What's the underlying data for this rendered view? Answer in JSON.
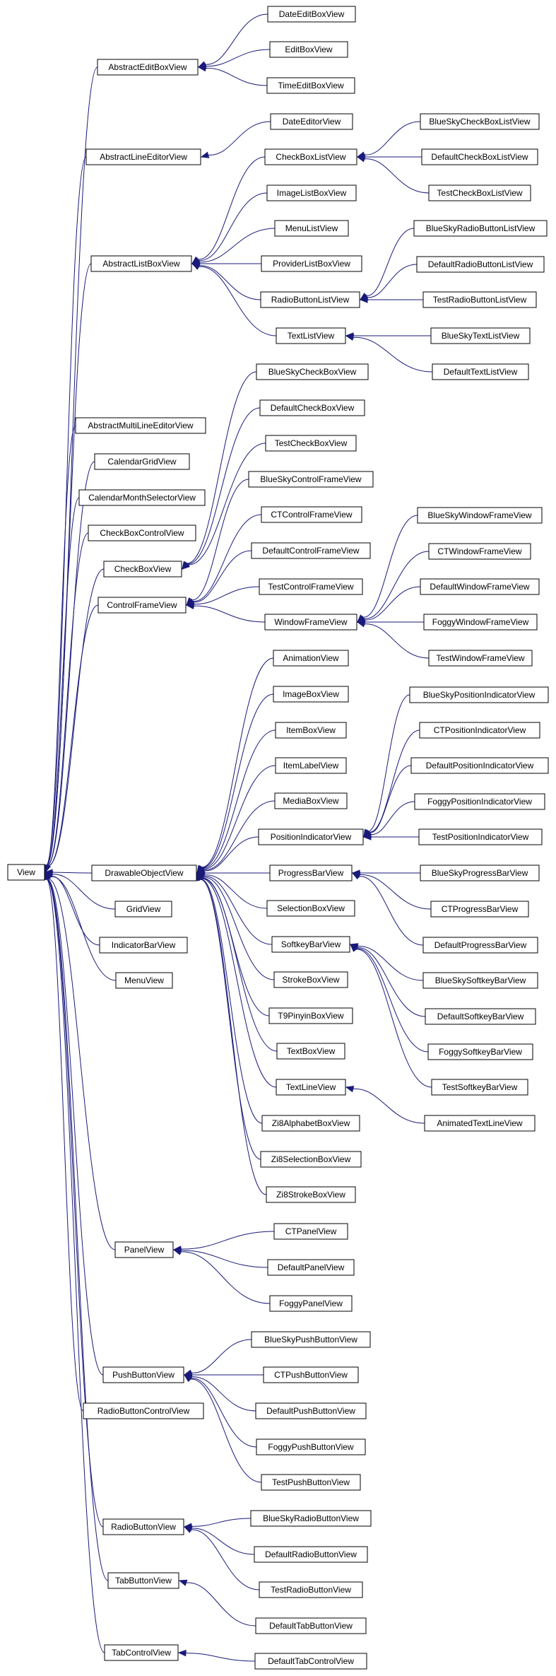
{
  "diagram": {
    "type": "class-inheritance-graph",
    "colors": {
      "edge": "#1a1a7a",
      "node_border": "#000000",
      "node_fill": "#ffffff",
      "text": "#000000"
    },
    "nodes": [
      {
        "id": "View",
        "label": "View"
      },
      {
        "id": "AbstractEditBoxView",
        "label": "AbstractEditBoxView"
      },
      {
        "id": "AbstractLineEditorView",
        "label": "AbstractLineEditorView"
      },
      {
        "id": "AbstractListBoxView",
        "label": "AbstractListBoxView"
      },
      {
        "id": "AbstractMultiLineEditorView",
        "label": "AbstractMultiLineEditorView"
      },
      {
        "id": "CalendarGridView",
        "label": "CalendarGridView"
      },
      {
        "id": "CalendarMonthSelectorView",
        "label": "CalendarMonthSelectorView"
      },
      {
        "id": "CheckBoxControlView",
        "label": "CheckBoxControlView"
      },
      {
        "id": "CheckBoxView",
        "label": "CheckBoxView"
      },
      {
        "id": "ControlFrameView",
        "label": "ControlFrameView"
      },
      {
        "id": "DrawableObjectView",
        "label": "DrawableObjectView"
      },
      {
        "id": "GridView",
        "label": "GridView"
      },
      {
        "id": "IndicatorBarView",
        "label": "IndicatorBarView"
      },
      {
        "id": "MenuView",
        "label": "MenuView"
      },
      {
        "id": "PanelView",
        "label": "PanelView"
      },
      {
        "id": "PushButtonView",
        "label": "PushButtonView"
      },
      {
        "id": "RadioButtonControlView",
        "label": "RadioButtonControlView"
      },
      {
        "id": "RadioButtonView",
        "label": "RadioButtonView"
      },
      {
        "id": "TabButtonView",
        "label": "TabButtonView"
      },
      {
        "id": "TabControlView",
        "label": "TabControlView"
      },
      {
        "id": "DateEditBoxView",
        "label": "DateEditBoxView"
      },
      {
        "id": "EditBoxView",
        "label": "EditBoxView"
      },
      {
        "id": "TimeEditBoxView",
        "label": "TimeEditBoxView"
      },
      {
        "id": "DateEditorView",
        "label": "DateEditorView"
      },
      {
        "id": "CheckBoxListView",
        "label": "CheckBoxListView"
      },
      {
        "id": "ImageListBoxView",
        "label": "ImageListBoxView"
      },
      {
        "id": "MenuListView",
        "label": "MenuListView"
      },
      {
        "id": "ProviderListBoxView",
        "label": "ProviderListBoxView"
      },
      {
        "id": "RadioButtonListView",
        "label": "RadioButtonListView"
      },
      {
        "id": "TextListView",
        "label": "TextListView"
      },
      {
        "id": "BlueSkyCheckBoxListView",
        "label": "BlueSkyCheckBoxListView"
      },
      {
        "id": "DefaultCheckBoxListView",
        "label": "DefaultCheckBoxListView"
      },
      {
        "id": "TestCheckBoxListView",
        "label": "TestCheckBoxListView"
      },
      {
        "id": "BlueSkyRadioButtonListView",
        "label": "BlueSkyRadioButtonListView"
      },
      {
        "id": "DefaultRadioButtonListView",
        "label": "DefaultRadioButtonListView"
      },
      {
        "id": "TestRadioButtonListView",
        "label": "TestRadioButtonListView"
      },
      {
        "id": "BlueSkyTextListView",
        "label": "BlueSkyTextListView"
      },
      {
        "id": "DefaultTextListView",
        "label": "DefaultTextListView"
      },
      {
        "id": "BlueSkyCheckBoxView",
        "label": "BlueSkyCheckBoxView"
      },
      {
        "id": "DefaultCheckBoxView",
        "label": "DefaultCheckBoxView"
      },
      {
        "id": "TestCheckBoxView",
        "label": "TestCheckBoxView"
      },
      {
        "id": "BlueSkyControlFrameView",
        "label": "BlueSkyControlFrameView"
      },
      {
        "id": "CTControlFrameView",
        "label": "CTControlFrameView"
      },
      {
        "id": "DefaultControlFrameView",
        "label": "DefaultControlFrameView"
      },
      {
        "id": "TestControlFrameView",
        "label": "TestControlFrameView"
      },
      {
        "id": "WindowFrameView",
        "label": "WindowFrameView"
      },
      {
        "id": "BlueSkyWindowFrameView",
        "label": "BlueSkyWindowFrameView"
      },
      {
        "id": "CTWindowFrameView",
        "label": "CTWindowFrameView"
      },
      {
        "id": "DefaultWindowFrameView",
        "label": "DefaultWindowFrameView"
      },
      {
        "id": "FoggyWindowFrameView",
        "label": "FoggyWindowFrameView"
      },
      {
        "id": "TestWindowFrameView",
        "label": "TestWindowFrameView"
      },
      {
        "id": "AnimationView",
        "label": "AnimationView"
      },
      {
        "id": "ImageBoxView",
        "label": "ImageBoxView"
      },
      {
        "id": "ItemBoxView",
        "label": "ItemBoxView"
      },
      {
        "id": "ItemLabelView",
        "label": "ItemLabelView"
      },
      {
        "id": "MediaBoxView",
        "label": "MediaBoxView"
      },
      {
        "id": "PositionIndicatorView",
        "label": "PositionIndicatorView"
      },
      {
        "id": "ProgressBarView",
        "label": "ProgressBarView"
      },
      {
        "id": "SelectionBoxView",
        "label": "SelectionBoxView"
      },
      {
        "id": "SoftkeyBarView",
        "label": "SoftkeyBarView"
      },
      {
        "id": "StrokeBoxView",
        "label": "StrokeBoxView"
      },
      {
        "id": "T9PinyinBoxView",
        "label": "T9PinyinBoxView"
      },
      {
        "id": "TextBoxView",
        "label": "TextBoxView"
      },
      {
        "id": "TextLineView",
        "label": "TextLineView"
      },
      {
        "id": "Zi8AlphabetBoxView",
        "label": "Zi8AlphabetBoxView"
      },
      {
        "id": "Zi8SelectionBoxView",
        "label": "Zi8SelectionBoxView"
      },
      {
        "id": "Zi8StrokeBoxView",
        "label": "Zi8StrokeBoxView"
      },
      {
        "id": "BlueSkyPositionIndicatorView",
        "label": "BlueSkyPositionIndicatorView"
      },
      {
        "id": "CTPositionIndicatorView",
        "label": "CTPositionIndicatorView"
      },
      {
        "id": "DefaultPositionIndicatorView",
        "label": "DefaultPositionIndicatorView"
      },
      {
        "id": "FoggyPositionIndicatorView",
        "label": "FoggyPositionIndicatorView"
      },
      {
        "id": "TestPositionIndicatorView",
        "label": "TestPositionIndicatorView"
      },
      {
        "id": "BlueSkyProgressBarView",
        "label": "BlueSkyProgressBarView"
      },
      {
        "id": "CTProgressBarView",
        "label": "CTProgressBarView"
      },
      {
        "id": "DefaultProgressBarView",
        "label": "DefaultProgressBarView"
      },
      {
        "id": "BlueSkySoftkeyBarView",
        "label": "BlueSkySoftkeyBarView"
      },
      {
        "id": "DefaultSoftkeyBarView",
        "label": "DefaultSoftkeyBarView"
      },
      {
        "id": "FoggySoftkeyBarView",
        "label": "FoggySoftkeyBarView"
      },
      {
        "id": "TestSoftkeyBarView",
        "label": "TestSoftkeyBarView"
      },
      {
        "id": "AnimatedTextLineView",
        "label": "AnimatedTextLineView"
      },
      {
        "id": "CTPanelView",
        "label": "CTPanelView"
      },
      {
        "id": "DefaultPanelView",
        "label": "DefaultPanelView"
      },
      {
        "id": "FoggyPanelView",
        "label": "FoggyPanelView"
      },
      {
        "id": "BlueSkyPushButtonView",
        "label": "BlueSkyPushButtonView"
      },
      {
        "id": "CTPushButtonView",
        "label": "CTPushButtonView"
      },
      {
        "id": "DefaultPushButtonView",
        "label": "DefaultPushButtonView"
      },
      {
        "id": "FoggyPushButtonView",
        "label": "FoggyPushButtonView"
      },
      {
        "id": "TestPushButtonView",
        "label": "TestPushButtonView"
      },
      {
        "id": "BlueSkyRadioButtonView",
        "label": "BlueSkyRadioButtonView"
      },
      {
        "id": "DefaultRadioButtonView",
        "label": "DefaultRadioButtonView"
      },
      {
        "id": "TestRadioButtonView",
        "label": "TestRadioButtonView"
      },
      {
        "id": "DefaultTabButtonView",
        "label": "DefaultTabButtonView"
      },
      {
        "id": "DefaultTabControlView",
        "label": "DefaultTabControlView"
      }
    ],
    "edges": [
      [
        "AbstractEditBoxView",
        "View"
      ],
      [
        "AbstractLineEditorView",
        "View"
      ],
      [
        "AbstractListBoxView",
        "View"
      ],
      [
        "AbstractMultiLineEditorView",
        "View"
      ],
      [
        "CalendarGridView",
        "View"
      ],
      [
        "CalendarMonthSelectorView",
        "View"
      ],
      [
        "CheckBoxControlView",
        "View"
      ],
      [
        "CheckBoxView",
        "View"
      ],
      [
        "ControlFrameView",
        "View"
      ],
      [
        "DrawableObjectView",
        "View"
      ],
      [
        "GridView",
        "View"
      ],
      [
        "IndicatorBarView",
        "View"
      ],
      [
        "MenuView",
        "View"
      ],
      [
        "PanelView",
        "View"
      ],
      [
        "PushButtonView",
        "View"
      ],
      [
        "RadioButtonControlView",
        "View"
      ],
      [
        "RadioButtonView",
        "View"
      ],
      [
        "TabButtonView",
        "View"
      ],
      [
        "TabControlView",
        "View"
      ],
      [
        "DateEditBoxView",
        "AbstractEditBoxView"
      ],
      [
        "EditBoxView",
        "AbstractEditBoxView"
      ],
      [
        "TimeEditBoxView",
        "AbstractEditBoxView"
      ],
      [
        "DateEditorView",
        "AbstractLineEditorView"
      ],
      [
        "CheckBoxListView",
        "AbstractListBoxView"
      ],
      [
        "ImageListBoxView",
        "AbstractListBoxView"
      ],
      [
        "MenuListView",
        "AbstractListBoxView"
      ],
      [
        "ProviderListBoxView",
        "AbstractListBoxView"
      ],
      [
        "RadioButtonListView",
        "AbstractListBoxView"
      ],
      [
        "TextListView",
        "AbstractListBoxView"
      ],
      [
        "BlueSkyCheckBoxListView",
        "CheckBoxListView"
      ],
      [
        "DefaultCheckBoxListView",
        "CheckBoxListView"
      ],
      [
        "TestCheckBoxListView",
        "CheckBoxListView"
      ],
      [
        "BlueSkyRadioButtonListView",
        "RadioButtonListView"
      ],
      [
        "DefaultRadioButtonListView",
        "RadioButtonListView"
      ],
      [
        "TestRadioButtonListView",
        "RadioButtonListView"
      ],
      [
        "BlueSkyTextListView",
        "TextListView"
      ],
      [
        "DefaultTextListView",
        "TextListView"
      ],
      [
        "BlueSkyCheckBoxView",
        "CheckBoxView"
      ],
      [
        "DefaultCheckBoxView",
        "CheckBoxView"
      ],
      [
        "TestCheckBoxView",
        "CheckBoxView"
      ],
      [
        "BlueSkyControlFrameView",
        "ControlFrameView"
      ],
      [
        "CTControlFrameView",
        "ControlFrameView"
      ],
      [
        "DefaultControlFrameView",
        "ControlFrameView"
      ],
      [
        "TestControlFrameView",
        "ControlFrameView"
      ],
      [
        "WindowFrameView",
        "ControlFrameView"
      ],
      [
        "BlueSkyWindowFrameView",
        "WindowFrameView"
      ],
      [
        "CTWindowFrameView",
        "WindowFrameView"
      ],
      [
        "DefaultWindowFrameView",
        "WindowFrameView"
      ],
      [
        "FoggyWindowFrameView",
        "WindowFrameView"
      ],
      [
        "TestWindowFrameView",
        "WindowFrameView"
      ],
      [
        "AnimationView",
        "DrawableObjectView"
      ],
      [
        "ImageBoxView",
        "DrawableObjectView"
      ],
      [
        "ItemBoxView",
        "DrawableObjectView"
      ],
      [
        "ItemLabelView",
        "DrawableObjectView"
      ],
      [
        "MediaBoxView",
        "DrawableObjectView"
      ],
      [
        "PositionIndicatorView",
        "DrawableObjectView"
      ],
      [
        "ProgressBarView",
        "DrawableObjectView"
      ],
      [
        "SelectionBoxView",
        "DrawableObjectView"
      ],
      [
        "SoftkeyBarView",
        "DrawableObjectView"
      ],
      [
        "StrokeBoxView",
        "DrawableObjectView"
      ],
      [
        "T9PinyinBoxView",
        "DrawableObjectView"
      ],
      [
        "TextBoxView",
        "DrawableObjectView"
      ],
      [
        "TextLineView",
        "DrawableObjectView"
      ],
      [
        "Zi8AlphabetBoxView",
        "DrawableObjectView"
      ],
      [
        "Zi8SelectionBoxView",
        "DrawableObjectView"
      ],
      [
        "Zi8StrokeBoxView",
        "DrawableObjectView"
      ],
      [
        "BlueSkyPositionIndicatorView",
        "PositionIndicatorView"
      ],
      [
        "CTPositionIndicatorView",
        "PositionIndicatorView"
      ],
      [
        "DefaultPositionIndicatorView",
        "PositionIndicatorView"
      ],
      [
        "FoggyPositionIndicatorView",
        "PositionIndicatorView"
      ],
      [
        "TestPositionIndicatorView",
        "PositionIndicatorView"
      ],
      [
        "BlueSkyProgressBarView",
        "ProgressBarView"
      ],
      [
        "CTProgressBarView",
        "ProgressBarView"
      ],
      [
        "DefaultProgressBarView",
        "ProgressBarView"
      ],
      [
        "BlueSkySoftkeyBarView",
        "SoftkeyBarView"
      ],
      [
        "DefaultSoftkeyBarView",
        "SoftkeyBarView"
      ],
      [
        "FoggySoftkeyBarView",
        "SoftkeyBarView"
      ],
      [
        "TestSoftkeyBarView",
        "SoftkeyBarView"
      ],
      [
        "AnimatedTextLineView",
        "TextLineView"
      ],
      [
        "CTPanelView",
        "PanelView"
      ],
      [
        "DefaultPanelView",
        "PanelView"
      ],
      [
        "FoggyPanelView",
        "PanelView"
      ],
      [
        "BlueSkyPushButtonView",
        "PushButtonView"
      ],
      [
        "CTPushButtonView",
        "PushButtonView"
      ],
      [
        "DefaultPushButtonView",
        "PushButtonView"
      ],
      [
        "FoggyPushButtonView",
        "PushButtonView"
      ],
      [
        "TestPushButtonView",
        "PushButtonView"
      ],
      [
        "BlueSkyRadioButtonView",
        "RadioButtonView"
      ],
      [
        "DefaultRadioButtonView",
        "RadioButtonView"
      ],
      [
        "TestRadioButtonView",
        "RadioButtonView"
      ],
      [
        "DefaultTabButtonView",
        "TabButtonView"
      ],
      [
        "DefaultTabControlView",
        "TabControlView"
      ]
    ]
  }
}
